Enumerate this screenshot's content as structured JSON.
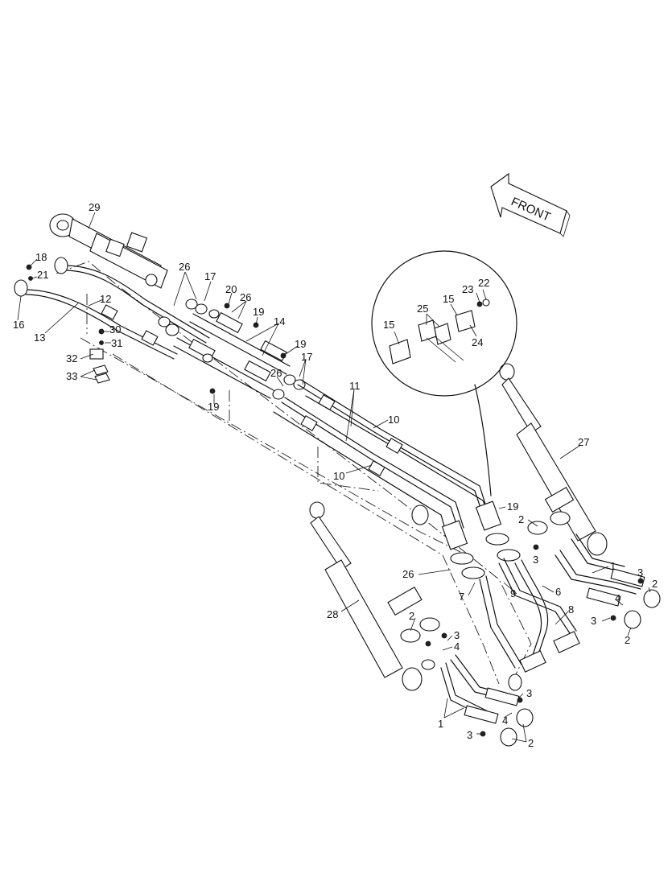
{
  "front_arrow": {
    "label": "FRONT"
  },
  "callouts": {
    "c29": "29",
    "c26a": "26",
    "c17a": "17",
    "c20": "20",
    "c26b": "26",
    "c19a": "19",
    "c14": "14",
    "c19b": "19",
    "c17b": "17",
    "c26c": "26",
    "c19c": "19",
    "c18": "18",
    "c21": "21",
    "c16": "16",
    "c12": "12",
    "c13": "13",
    "c30": "30",
    "c31": "31",
    "c32": "32",
    "c33": "33",
    "c11": "11",
    "c10a": "10",
    "c10b": "10",
    "c19d": "19",
    "c2a": "2",
    "c3a": "3",
    "c27": "27",
    "c1a": "1",
    "c3b": "3",
    "c2b": "2",
    "c4a": "4",
    "c3c": "3",
    "c2c": "2",
    "c26d": "26",
    "c7": "7",
    "c9": "9",
    "c6": "6",
    "c8": "8",
    "c28": "28",
    "c2d": "2",
    "c3d": "3",
    "c4b": "4",
    "c3e": "3",
    "c1b": "1",
    "c4c": "4",
    "c3f": "3",
    "c2e": "2",
    "inset15a": "15",
    "inset25": "25",
    "inset15b": "15",
    "inset23": "23",
    "inset22": "22",
    "inset24": "24"
  }
}
